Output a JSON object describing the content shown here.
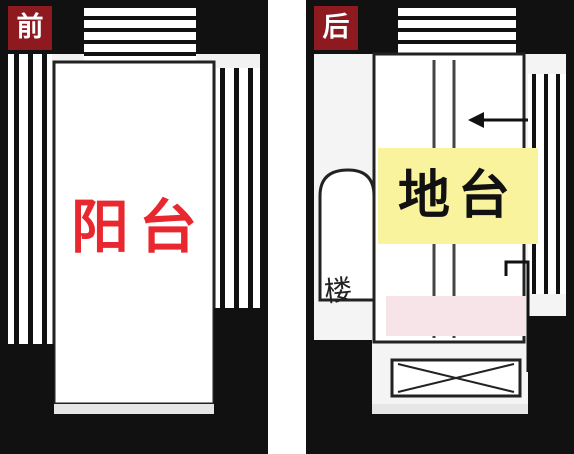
{
  "before": {
    "tag": "前",
    "label": "阳台"
  },
  "after": {
    "tag": "后",
    "label": "地台",
    "note": "楼"
  },
  "colors": {
    "tag_bg": "#8e1a20",
    "label_red": "#e8282e",
    "label_box_bg": "#f8f39c"
  }
}
